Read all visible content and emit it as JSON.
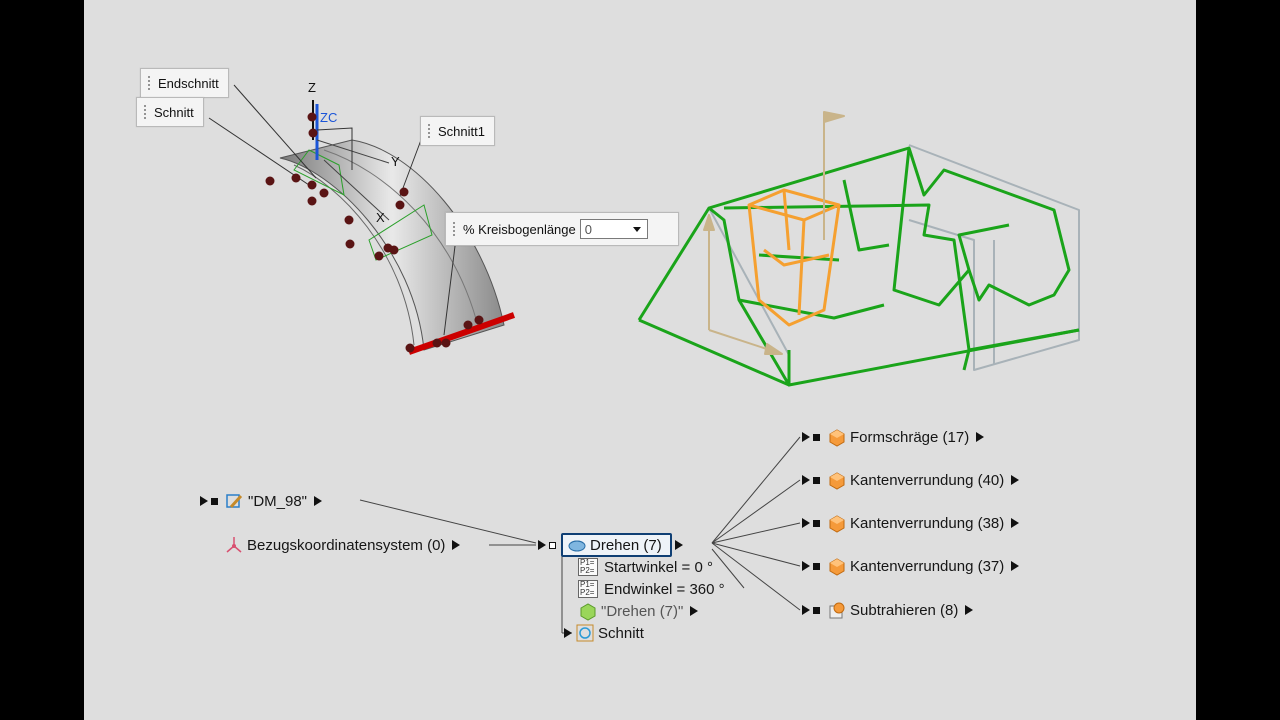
{
  "callouts": {
    "endschnitt": "Endschnitt",
    "schnitt": "Schnitt",
    "schnitt1": "Schnitt1",
    "kreisbogen_label": "% Kreisbogenlänge",
    "kreisbogen_value": "0"
  },
  "axes": {
    "z": "Z",
    "zc": "ZC",
    "y": "Y",
    "x": "X"
  },
  "graph": {
    "dm98": "\"DM_98\"",
    "bezug": "Bezugskoordinatensystem (0)",
    "drehen": "Drehen (7)",
    "startwinkel": "Startwinkel = 0 °",
    "endwinkel": "Endwinkel = 360 °",
    "drehen_body": "\"Drehen (7)\"",
    "schnitt": "Schnitt",
    "formschraege": "Formschräge (17)",
    "kante40": "Kantenverrundung (40)",
    "kante38": "Kantenverrundung (38)",
    "kante37": "Kantenverrundung (37)",
    "subtrahieren": "Subtrahieren (8)"
  },
  "colors": {
    "highlight": "#0f3f74",
    "green": "#1aa41a",
    "orange": "#f5a030",
    "point": "#5a1414"
  },
  "icons": [
    "grip-icon",
    "dropdown-arrow-icon",
    "sketch-icon",
    "csys-icon",
    "revolve-icon",
    "parameter-icon",
    "body-icon",
    "section-icon",
    "feature-cube-icon",
    "subtract-icon",
    "pin-in-icon",
    "pin-out-icon",
    "collapse-icon"
  ]
}
